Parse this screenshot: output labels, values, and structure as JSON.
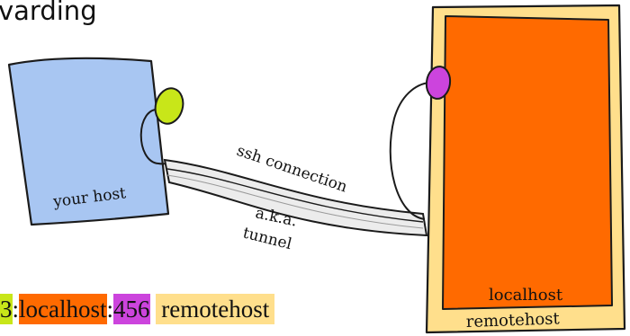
{
  "title": "varding",
  "labels": {
    "your_host": "your host",
    "ssh_connection": "ssh connection",
    "aka": "a.k.a.",
    "tunnel": "tunnel",
    "localhost": "localhost",
    "remotehost": "remotehost"
  },
  "command": {
    "port1": "3",
    "sep1": ":",
    "host": "localhost",
    "sep2": ":",
    "port2": "456",
    "space": " ",
    "target": "remotehost"
  },
  "colors": {
    "your_host_fill": "#a8c6f2",
    "local_port": "#c8e619",
    "remote_port": "#cc44dd",
    "remote_outer": "#ffdf8c",
    "remote_inner": "#ff6a00",
    "cmd_remotehost_bg": "#ffdf8c"
  }
}
